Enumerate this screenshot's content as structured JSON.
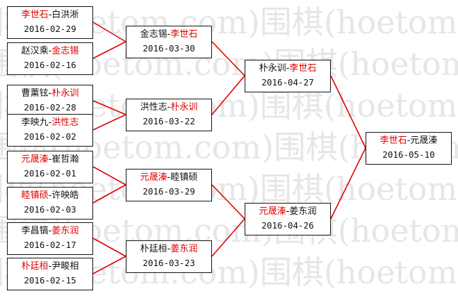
{
  "colors": {
    "line": "#e00000",
    "winner": "#e00000",
    "text": "#111111",
    "border": "#111111",
    "watermark": "#c8c8c8"
  },
  "watermark": {
    "text": "围棋(hoetom.com)"
  },
  "rounds": [
    {
      "matches": [
        {
          "id": "r1m1",
          "a": "李世石",
          "b": "白洪淅",
          "winner": "a",
          "date": "2016-02-29"
        },
        {
          "id": "r1m2",
          "a": "赵汉乘",
          "b": "金志锡",
          "winner": "b",
          "date": "2016-02-16"
        },
        {
          "id": "r1m3",
          "a": "曹薰铉",
          "b": "朴永训",
          "winner": "b",
          "date": "2016-02-28"
        },
        {
          "id": "r1m4",
          "a": "李映九",
          "b": "洪性志",
          "winner": "b",
          "date": "2016-02-02"
        },
        {
          "id": "r1m5",
          "a": "元晟溱",
          "b": "崔哲瀚",
          "winner": "a",
          "date": "2016-02-01"
        },
        {
          "id": "r1m6",
          "a": "睦镇硕",
          "b": "许映皓",
          "winner": "a",
          "date": "2016-02-03"
        },
        {
          "id": "r1m7",
          "a": "李昌镐",
          "b": "姜东润",
          "winner": "b",
          "date": "2016-02-17"
        },
        {
          "id": "r1m8",
          "a": "朴廷桓",
          "b": "尹畯相",
          "winner": "a",
          "date": "2016-02-15"
        }
      ]
    },
    {
      "matches": [
        {
          "id": "r2m1",
          "a": "金志锡",
          "b": "李世石",
          "winner": "b",
          "date": "2016-03-30"
        },
        {
          "id": "r2m2",
          "a": "洪性志",
          "b": "朴永训",
          "winner": "b",
          "date": "2016-03-22"
        },
        {
          "id": "r2m3",
          "a": "元晟溱",
          "b": "睦镇硕",
          "winner": "a",
          "date": "2016-03-29"
        },
        {
          "id": "r2m4",
          "a": "朴廷桓",
          "b": "姜东润",
          "winner": "b",
          "date": "2016-03-23"
        }
      ]
    },
    {
      "matches": [
        {
          "id": "r3m1",
          "a": "朴永训",
          "b": "李世石",
          "winner": "b",
          "date": "2016-04-27"
        },
        {
          "id": "r3m2",
          "a": "元晟溱",
          "b": "姜东润",
          "winner": "a",
          "date": "2016-04-26"
        }
      ]
    },
    {
      "matches": [
        {
          "id": "r4m1",
          "a": "李世石",
          "b": "元晟溱",
          "winner": "a",
          "date": "2016-05-10"
        }
      ]
    }
  ]
}
